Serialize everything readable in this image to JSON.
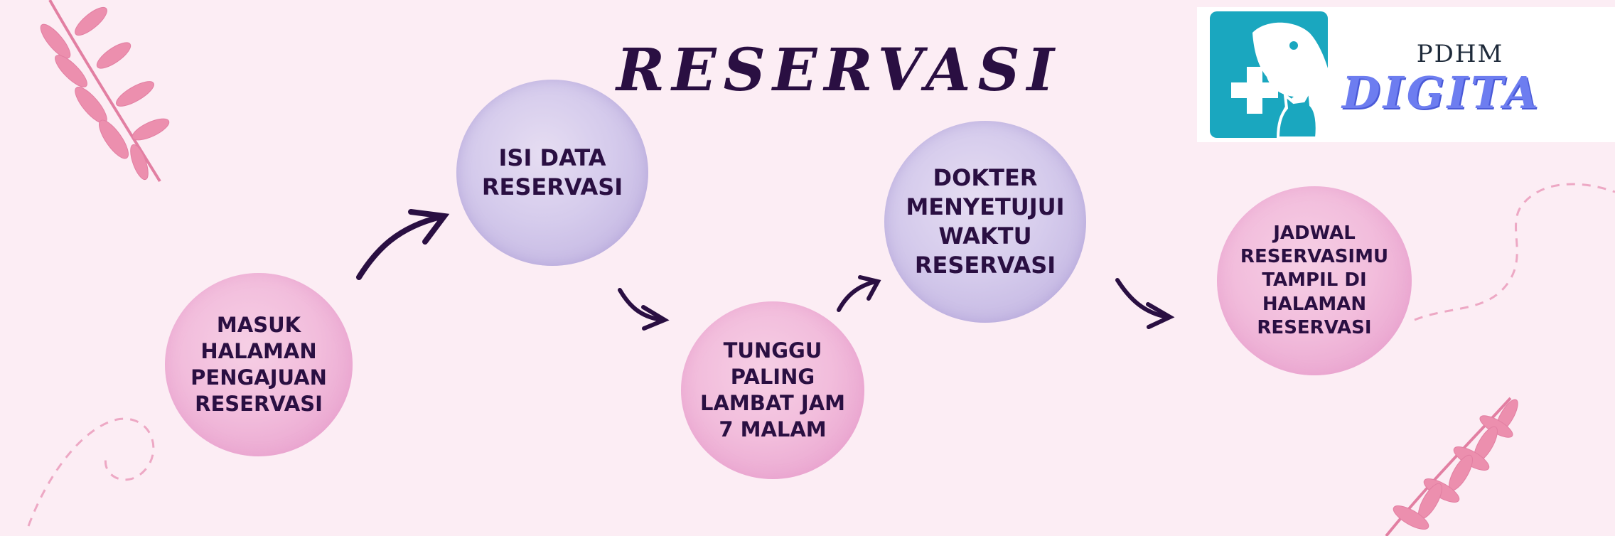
{
  "title": "RESERVASI",
  "steps": [
    {
      "lines": [
        "MASUK",
        "HALAMAN",
        "PENGAJUAN",
        "RESERVASI"
      ]
    },
    {
      "lines": [
        "ISI DATA",
        "RESERVASI"
      ]
    },
    {
      "lines": [
        "TUNGGU",
        "PALING",
        "LAMBAT JAM",
        "7 MALAM"
      ]
    },
    {
      "lines": [
        "DOKTER",
        "MENYETUJUI",
        "WAKTU",
        "RESERVASI"
      ]
    },
    {
      "lines": [
        "JADWAL",
        "RESERVASIMU",
        "TAMPIL DI",
        "HALAMAN",
        "RESERVASI"
      ]
    }
  ],
  "logo": {
    "small_text": "PDHM",
    "big_text": "DIGITA"
  },
  "colors": {
    "background": "#fcedf4",
    "text": "#2a0f42",
    "pink_circle": "#f2bddc",
    "lavender_circle": "#d5cbec",
    "leaf": "#ec8fae",
    "logo_tile": "#1aa7bf",
    "logo_text": "#6d7df0"
  }
}
